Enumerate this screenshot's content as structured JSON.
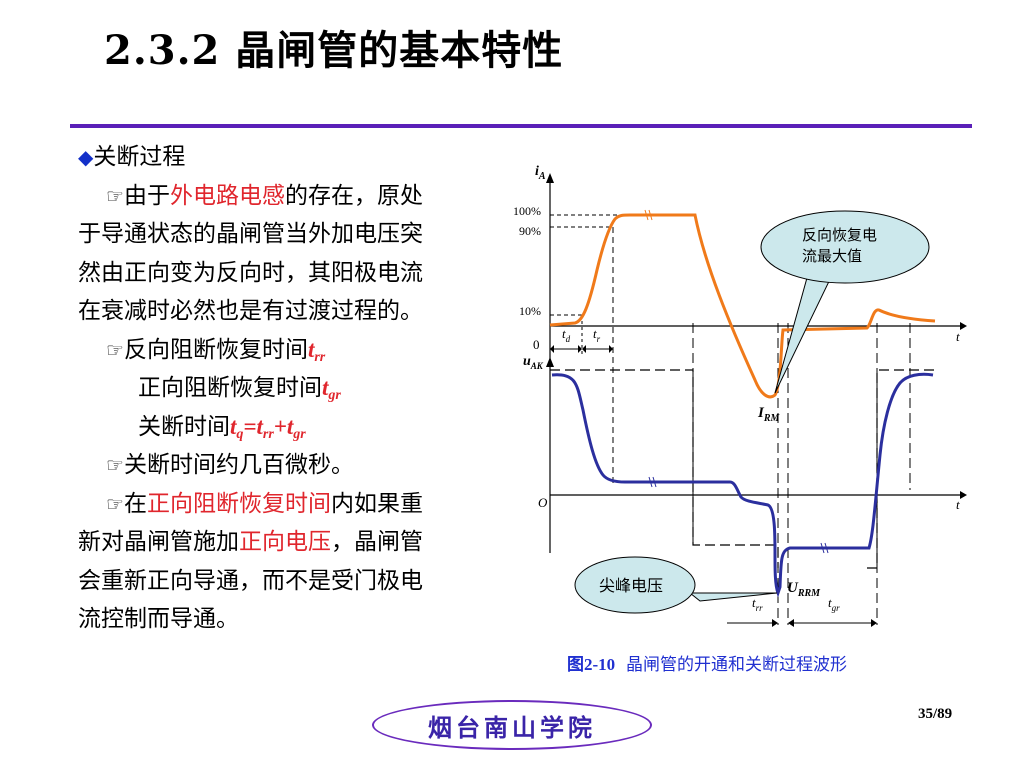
{
  "title": "2.3.2 晶闸管的基本特性",
  "body": {
    "heading": "关断过程",
    "p1_pre": "由于",
    "p1_red": "外电路电感",
    "p1_post": "的存在，原处",
    "p1_l2": "于导通状态的晶闸管当外加电压突",
    "p1_l3": "然由正向变为反向时，其阳极电流",
    "p1_l4": "在衰减时必然也是有过渡过程的。",
    "trr_label": "反向阻断恢复时间",
    "tgr_label": "正向阻断恢复时间",
    "tq_label": "关断时间",
    "p3": "关断时间约几百微秒。",
    "p4_a": "在",
    "p4_red": "正向阻断恢复时间",
    "p4_b": "内如果重",
    "p4_l2a": "新对晶闸管施加",
    "p4_l2red": "正向电压",
    "p4_l2b": "，晶闸管",
    "p4_l3": "会重新正向导通，而不是受门极电",
    "p4_l4": "流控制而导通。"
  },
  "diagram": {
    "percent_100": "100%",
    "percent_90": "90%",
    "percent_10": "10%",
    "zero": "0",
    "origin": "O",
    "axis_t": "t",
    "callout_irm_l1": "反向恢复电",
    "callout_irm_l2": "流最大值",
    "callout_urrm": "尖峰电压",
    "colors": {
      "current": "#f07a1a",
      "voltage": "#2b2f9e",
      "callout_fill": "#cce8ec"
    }
  },
  "caption": {
    "fig_num": "图2-10",
    "text": "晶闸管的开通和关断过程波形"
  },
  "footer": {
    "school": "烟台南山学院",
    "page": "35/89"
  }
}
